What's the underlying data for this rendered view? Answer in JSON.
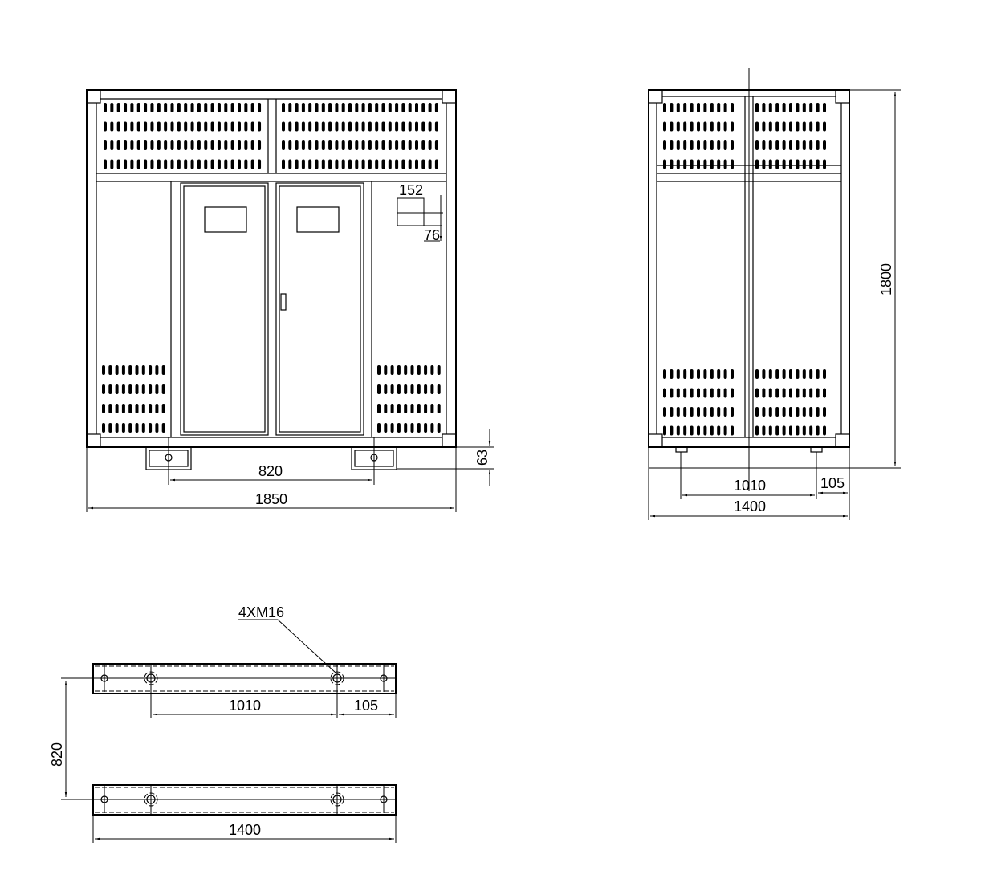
{
  "front_view": {
    "dim_width": "1850",
    "dim_foot_spacing": "820",
    "dim_base_height": "63",
    "dim_label_width": "152",
    "dim_label_height": "76"
  },
  "side_view": {
    "dim_height": "1800",
    "dim_depth": "1400",
    "dim_foot_spacing": "1010",
    "dim_foot_offset": "105"
  },
  "plan_view": {
    "bolt_callout": "4XM16",
    "dim_rail_spacing": "820",
    "dim_hole_spacing": "1010",
    "dim_hole_offset": "105",
    "dim_length": "1400"
  }
}
